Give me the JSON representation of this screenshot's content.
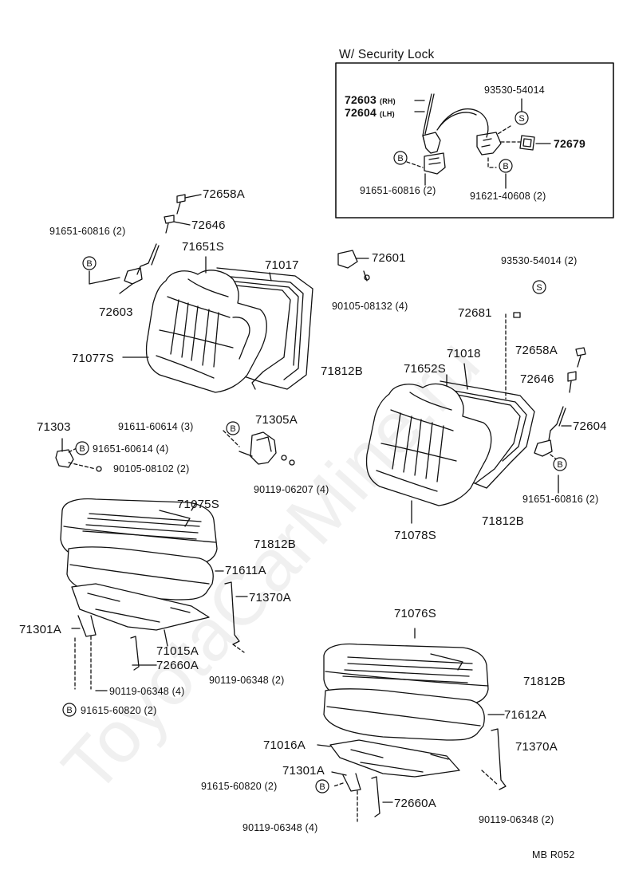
{
  "inset": {
    "title": "W/ Security Lock",
    "parts": {
      "p72603": "72603",
      "p72604": "72604",
      "rh": "(RH)",
      "lh": "(LH)",
      "p93530": "93530-54014",
      "p72679": "72679",
      "p91651": "91651-60816 (2)",
      "p91621": "91621-40608 (2)"
    }
  },
  "left": {
    "p72658A": "72658A",
    "p72646": "72646",
    "p91651": "91651-60816 (2)",
    "p71651S": "71651S",
    "p71017": "71017",
    "p72603": "72603",
    "p71077S": "71077S",
    "p71812B": "71812B",
    "p71303": "71303",
    "p91611": "91611-60614 (3)",
    "p71305A": "71305A",
    "p91651b": "91651-60614 (4)",
    "p90105": "90105-08102 (2)",
    "p90119a": "90119-06207 (4)",
    "p71075S": "71075S",
    "p71812B2": "71812B",
    "p71611A": "71611A",
    "p71370A": "71370A",
    "p71301A": "71301A",
    "p71015A": "71015A",
    "p72660A": "72660A",
    "p90119b": "90119-06348 (2)",
    "p90119c": "90119-06348 (4)",
    "p91615": "91615-60820 (2)"
  },
  "right": {
    "p72601": "72601",
    "p90105": "90105-08132 (4)",
    "p93530": "93530-54014 (2)",
    "p72681": "72681",
    "p72658A": "72658A",
    "p71018": "71018",
    "p71652S": "71652S",
    "p72646": "72646",
    "p72604": "72604",
    "p91651": "91651-60816 (2)",
    "p71078S": "71078S",
    "p71812B": "71812B",
    "p71076S": "71076S",
    "p71812B2": "71812B",
    "p71612A": "71612A",
    "p71016A": "71016A",
    "p71370A": "71370A",
    "p71301A": "71301A",
    "p91615": "91615-60820 (2)",
    "p72660A": "72660A",
    "p90119a": "90119-06348 (2)",
    "p90119b": "90119-06348 (4)"
  },
  "badge": "B",
  "badge_s": "S",
  "footer": "MB   R052",
  "watermark": "ToyotaCarMine.ru"
}
